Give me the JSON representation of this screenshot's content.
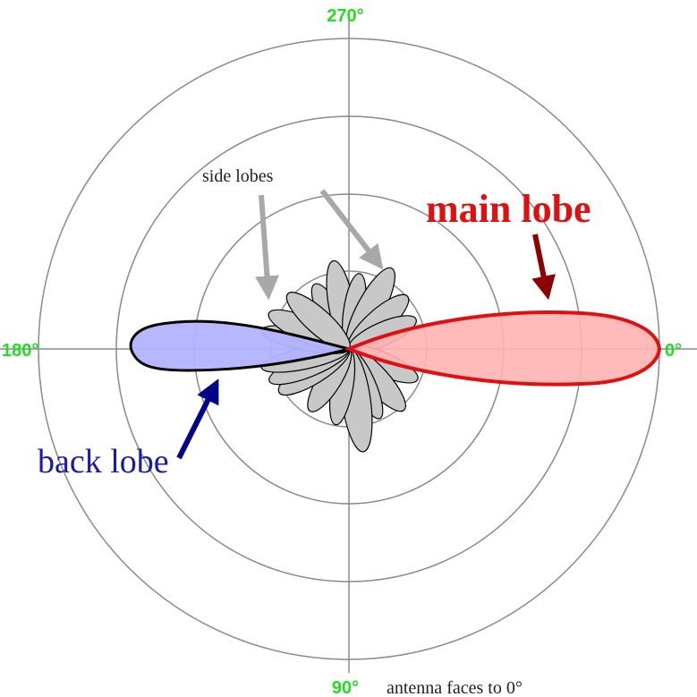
{
  "angle_labels": {
    "deg0": "0°",
    "deg90": "90°",
    "deg180": "180°",
    "deg270": "270°"
  },
  "annotations": {
    "main_lobe": "main lobe",
    "back_lobe": "back lobe",
    "side_lobes": "side lobes",
    "footnote": "antenna faces to 0°"
  },
  "colors": {
    "grid": "#8a8a8a",
    "angle_label": "#22dd22",
    "main_lobe_fill": "#ffb3b3",
    "main_lobe_stroke": "#e01010",
    "main_lobe_text": "#dd1111",
    "main_lobe_arrow": "#8b0000",
    "back_lobe_fill": "#b3b3ff",
    "back_lobe_stroke": "#000000",
    "back_lobe_text": "#1a1aaa",
    "back_lobe_arrow": "#00008b",
    "side_lobe_fill": "#c8c8c8",
    "side_lobe_arrow": "#a8a8a8"
  }
}
